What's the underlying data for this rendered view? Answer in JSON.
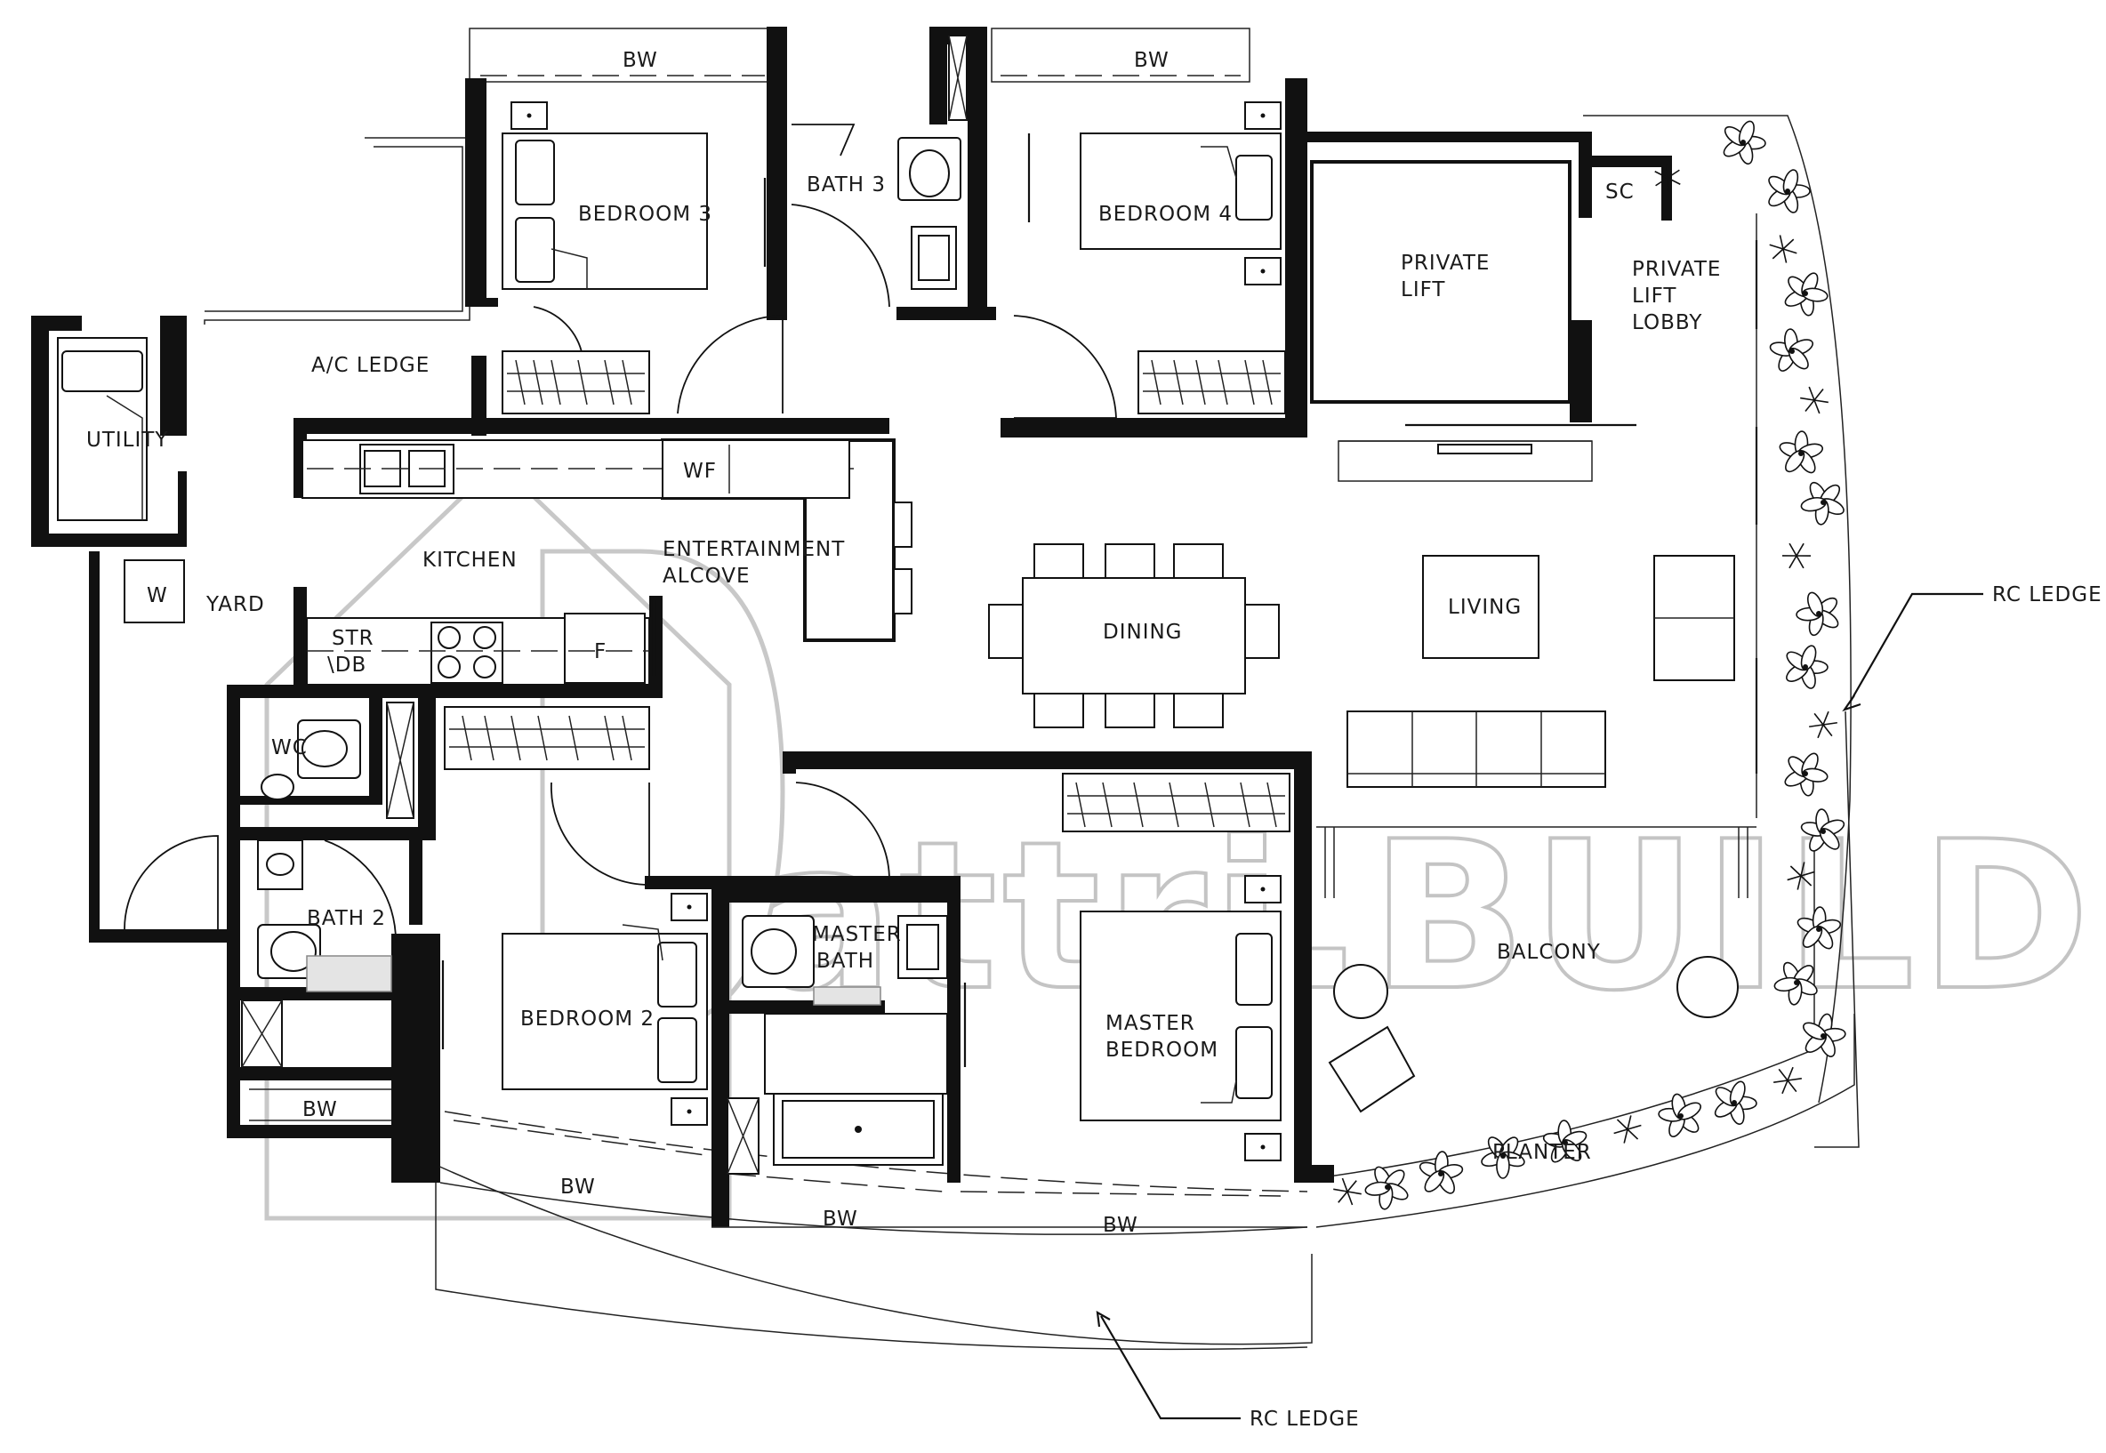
{
  "rooms": {
    "bedroom3": "BEDROOM 3",
    "bath3": "BATH 3",
    "bedroom4": "BEDROOM 4",
    "private_lift": [
      "PRIVATE",
      "LIFT"
    ],
    "sc": "SC",
    "private_lift_lobby": [
      "PRIVATE",
      "LIFT",
      "LOBBY"
    ],
    "ac_ledge": "A/C LEDGE",
    "utility": "UTILITY",
    "kitchen": "KITCHEN",
    "wf": "WF",
    "entertainment_alcove": [
      "ENTERTAINMENT",
      "ALCOVE"
    ],
    "w": "W",
    "yard": "YARD",
    "str_db": [
      "STR",
      "\\DB"
    ],
    "f": "F",
    "dining": "DINING",
    "living": "LIVING",
    "wc": "WC",
    "bath2": "BATH 2",
    "bedroom2": "BEDROOM 2",
    "master_bath": [
      "MASTER",
      "BATH"
    ],
    "master_bedroom": [
      "MASTER",
      "BEDROOM"
    ],
    "balcony": "BALCONY",
    "planter": "PLANTER"
  },
  "labels": {
    "bw": "BW",
    "rc_ledge": "RC LEDGE"
  },
  "watermark": {
    "text": "attri.BUILD"
  }
}
